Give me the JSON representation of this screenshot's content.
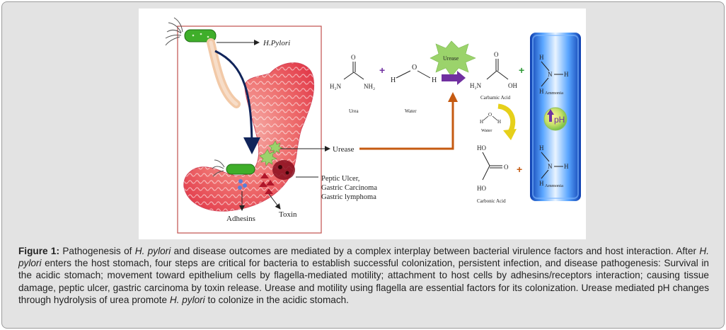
{
  "figure": {
    "labels": {
      "hpylori": "H.Pylori",
      "urease_pathway": "Urease",
      "adhesins": "Adhesins",
      "toxin": "Toxin",
      "disease_1": "Peptic Ulcer,",
      "disease_2": "Gastric Carcinoma",
      "disease_3": "Gastric lymphoma",
      "urea": "Urea",
      "water": "Water",
      "water_small": "Water",
      "urease_burst": "Urease",
      "carbamic_acid": "Carbamic Acid",
      "ammonia_1": "Ammonia",
      "ammonia_2": "Ammonia",
      "carbonic_acid": "Carbonic Acid",
      "ph": "pH"
    },
    "colors": {
      "frame_border": "#c0504d",
      "urease_arrow": "#c55a11",
      "reaction_arrow": "#7030a0",
      "plus_sign": "#7030a0",
      "ammonia_plus": "#2e9a36",
      "burst": "#9bd36b",
      "ammonia_panel": "#1a5fd0",
      "yellow_arrow": "#e6d01a"
    }
  },
  "caption": {
    "label": "Figure 1:",
    "s1": " Pathogenesis of ",
    "i1": "H. pylori",
    "s2": " and disease outcomes are mediated by a complex interplay between bacterial virulence factors and host interaction. After ",
    "i2": "H. pylori",
    "s3": " enters the host stomach, four steps are critical for bacteria to establish successful colonization, persistent infection, and disease pathogenesis: Survival in the acidic stomach; movement toward epithelium cells by flagella-mediated motility; attachment to host cells by adhesins/receptors interaction; causing tissue damage, peptic ulcer, gastric carcinoma by toxin release. Urease and motility using flagella are essential factors for its colonization. Urease mediated pH changes through hydrolysis of urea promote ",
    "i3": "H. pylori",
    "s4": " to colonize in the acidic stomach."
  }
}
